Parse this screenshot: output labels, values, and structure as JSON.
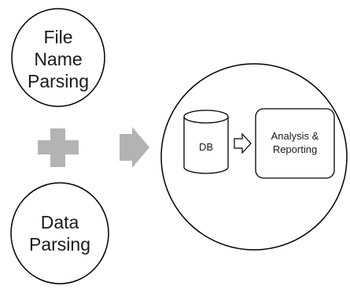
{
  "diagram": {
    "inputs": [
      {
        "label_lines": [
          "File",
          "Name",
          "Parsing"
        ]
      },
      {
        "label_lines": [
          "Data",
          "Parsing"
        ]
      }
    ],
    "combine_symbol": "plus",
    "flow_symbol": "arrow-right",
    "system": {
      "database": {
        "label": "DB"
      },
      "connector_symbol": "outline-arrow-right",
      "process": {
        "label_lines": [
          "Analysis &",
          "Reporting"
        ]
      }
    },
    "colors": {
      "stroke": "#000000",
      "plus": "#b3b3b3",
      "arrow": "#b3b3b3",
      "text": "#1a1a1a"
    }
  }
}
